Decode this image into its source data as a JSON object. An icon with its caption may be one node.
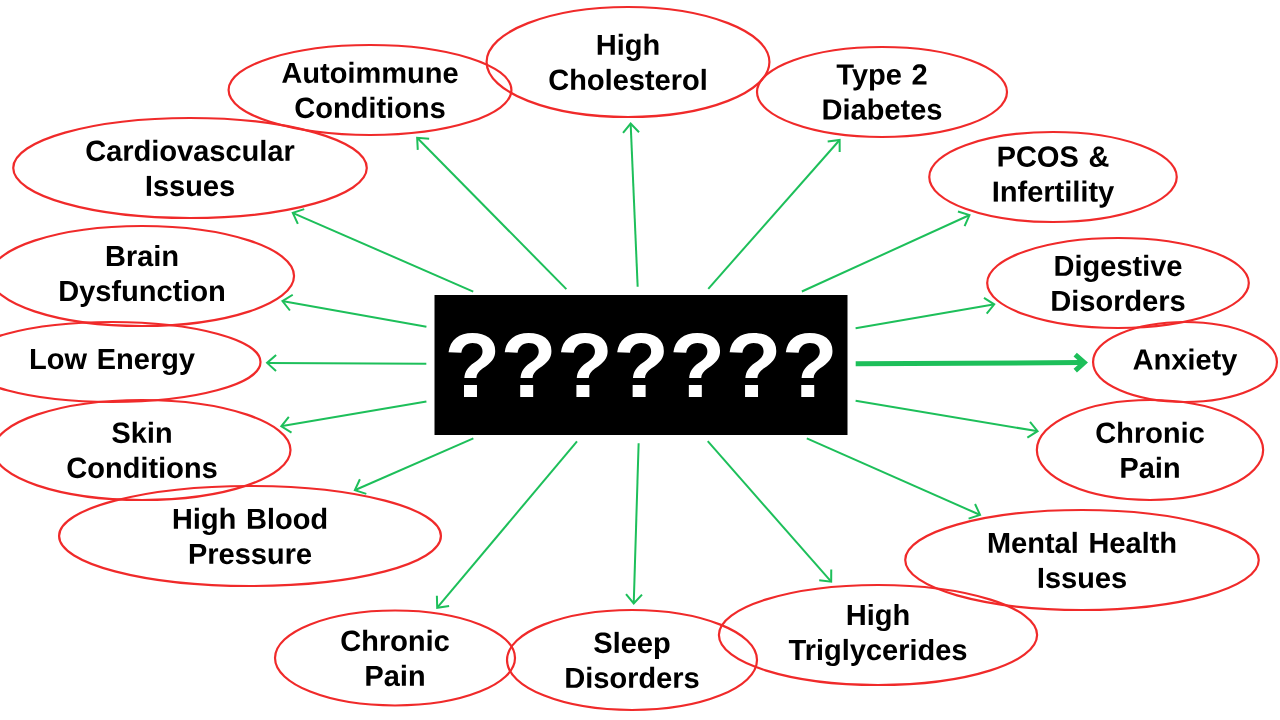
{
  "diagram": {
    "nodes": [
      {
        "text": [
          "???????"
        ]
      },
      {
        "text": [
          "Autoimmune Conditions"
        ]
      },
      {
        "text": [
          "High Cholesterol"
        ]
      },
      {
        "text": [
          "Type 2 Diabetes"
        ]
      },
      {
        "text": [
          "Cardiovascular Issues"
        ]
      },
      {
        "text": [
          "PCOS & Infertility"
        ]
      },
      {
        "text": [
          "Brain Dysfunction"
        ]
      },
      {
        "text": [
          "Digestive Disorders"
        ]
      },
      {
        "text": [
          "Low Energy"
        ]
      },
      {
        "text": [
          "Anxiety"
        ]
      },
      {
        "text": [
          "Skin Conditions"
        ]
      },
      {
        "text": [
          "Chronic Pain"
        ]
      },
      {
        "text": [
          "High Blood Pressure"
        ]
      },
      {
        "text": [
          "Mental Health Issues"
        ]
      },
      {
        "text": [
          "Chronic Pain"
        ]
      },
      {
        "text": [
          "Sleep Disorders"
        ]
      },
      {
        "text": [
          "High Triglycerides"
        ]
      }
    ],
    "edges": [
      {
        "from": 0,
        "to": 1,
        "arrow": "to"
      },
      {
        "from": 0,
        "to": 2,
        "arrow": "to"
      },
      {
        "from": 0,
        "to": 3,
        "arrow": "to"
      },
      {
        "from": 0,
        "to": 4,
        "arrow": "to"
      },
      {
        "from": 0,
        "to": 5,
        "arrow": "to"
      },
      {
        "from": 0,
        "to": 6,
        "arrow": "to"
      },
      {
        "from": 0,
        "to": 7,
        "arrow": "to"
      },
      {
        "from": 0,
        "to": 8,
        "arrow": "to"
      },
      {
        "from": 0,
        "to": 9,
        "arrow": "to",
        "style": "thick"
      },
      {
        "from": 0,
        "to": 10,
        "arrow": "to"
      },
      {
        "from": 0,
        "to": 11,
        "arrow": "to"
      },
      {
        "from": 0,
        "to": 12,
        "arrow": "to"
      },
      {
        "from": 0,
        "to": 13,
        "arrow": "to"
      },
      {
        "from": 0,
        "to": 14,
        "arrow": "to"
      },
      {
        "from": 0,
        "to": 15,
        "arrow": "to"
      },
      {
        "from": 0,
        "to": 16,
        "arrow": "to"
      }
    ]
  }
}
